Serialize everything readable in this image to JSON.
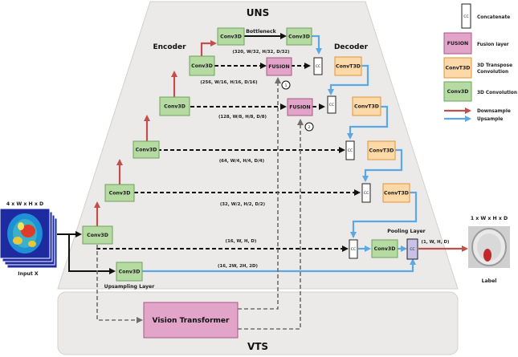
{
  "sections": {
    "uns": "UNS",
    "vts": "VTS",
    "encoder": "Encoder",
    "decoder": "Decoder",
    "bottleneck": "Bottleneck"
  },
  "blocks": {
    "conv3d": "Conv3D",
    "convt3d": "ConvT3D",
    "fusion": "FUSION",
    "cc": "CC",
    "vision_transformer": "Vision Transformer",
    "upsampling_layer": "Upsampling Layer",
    "pooling_layer": "Pooling Layer"
  },
  "dims": {
    "d0": "(16, W, H, D)",
    "d1": "(32, W/2, H/2, D/2)",
    "d2": "(64, W/4, H/4, D/4)",
    "d3": "(128, W/8, H/8, D/8)",
    "d4": "(256, W/16, H/16, D/16)",
    "d5": "(320, W/32, H/32, D/32)",
    "up": "(16, 2W, 2H, 2D)",
    "pool": "(1, W, H, D)"
  },
  "fusion_markers": [
    "1",
    "2"
  ],
  "input": {
    "shape": "4 x W x H x D",
    "label": "Input X"
  },
  "output": {
    "shape": "1 x W x H x D",
    "label": "Label"
  },
  "legend": {
    "concatenate": "Concatenate",
    "fusion_layer": "Fusion layer",
    "convt3d_line1": "3D Transpose",
    "convt3d_line2": "Convolution",
    "conv3d": "3D Convolution",
    "downsample": "Downsample",
    "upsample": "Upsample"
  },
  "colors": {
    "conv_green": "#b6dba2",
    "convt_orange": "#fdd9a8",
    "fusion_pink": "#e2a4c8",
    "downsample_red": "#c0504d",
    "upsample_blue": "#5ba8e6",
    "panel_gray": "#eceae8"
  }
}
